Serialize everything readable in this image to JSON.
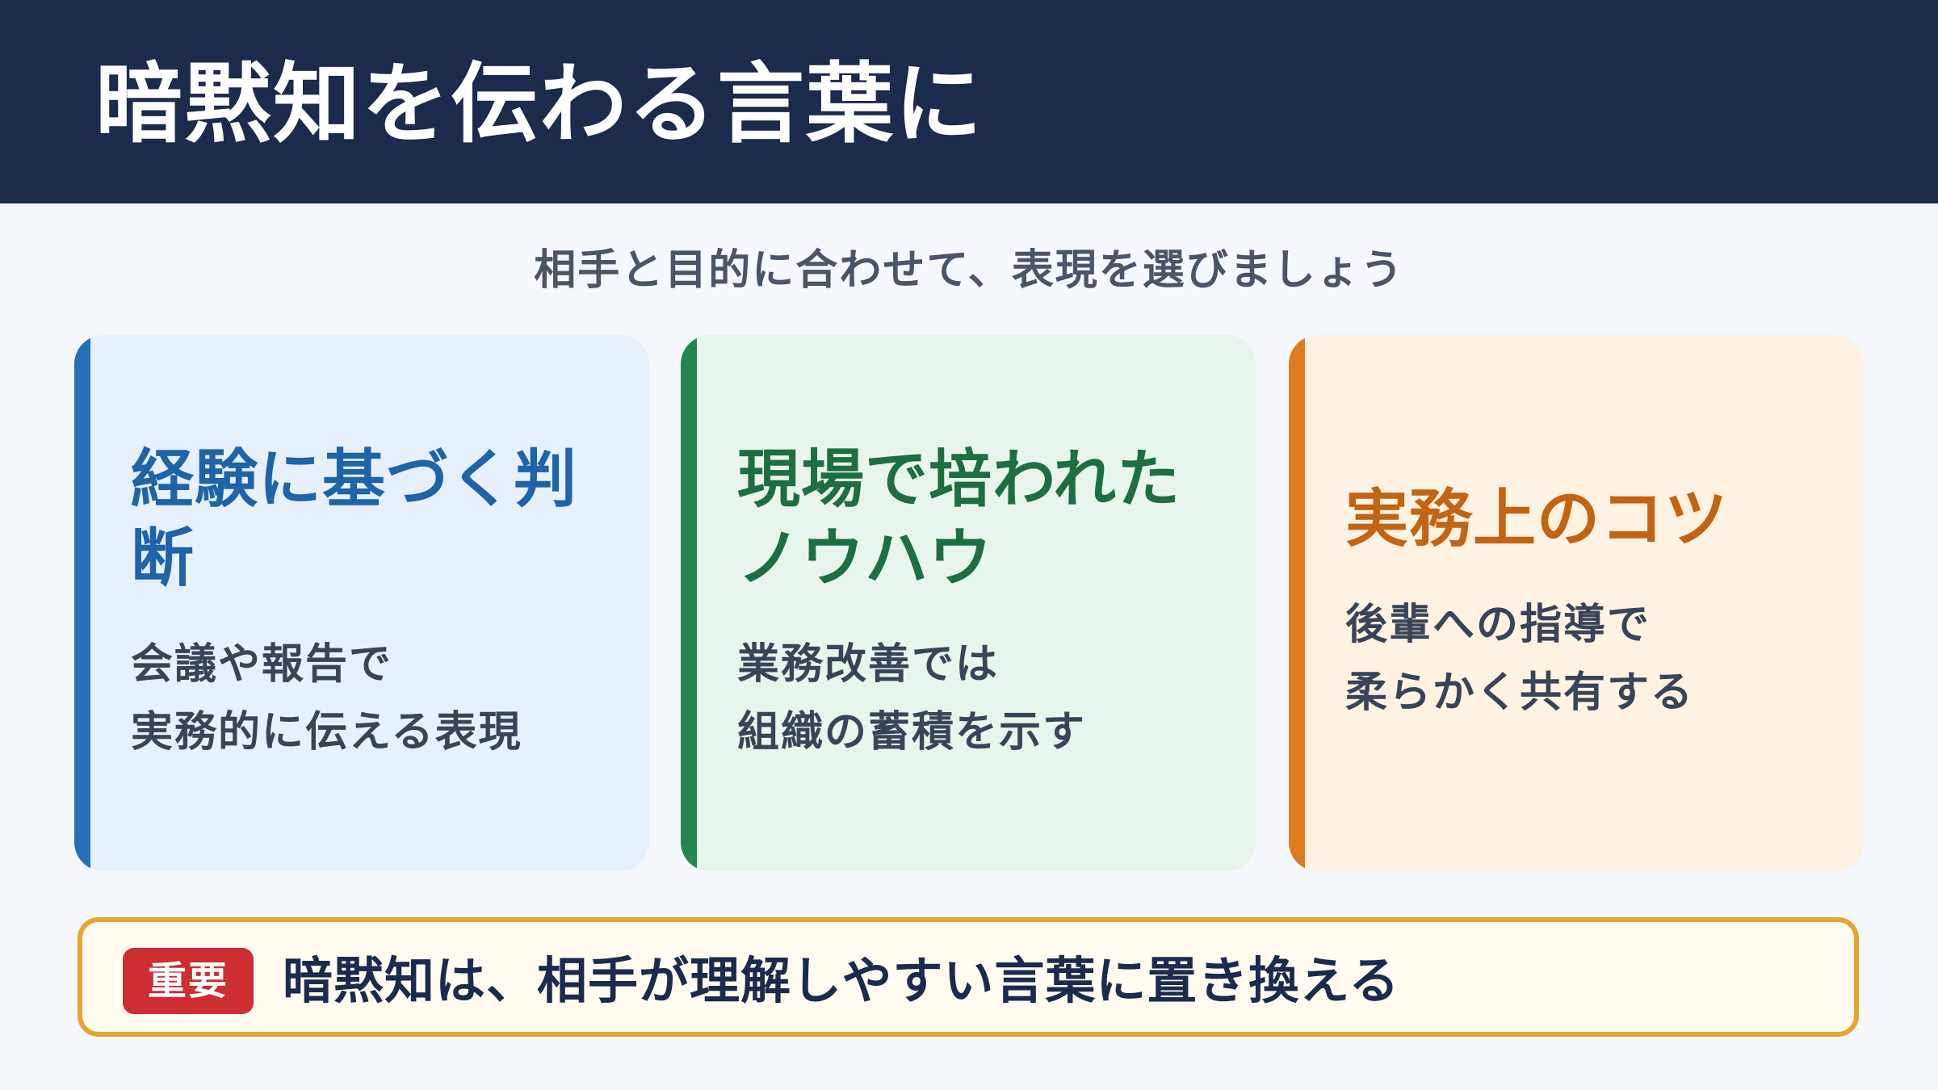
{
  "header": {
    "title": "暗黙知を伝わる言葉に"
  },
  "subtitle": "相手と目的に合わせて、表現を選びましょう",
  "cards": [
    {
      "title_lines": [
        "経験に基づく判",
        "断"
      ],
      "body_lines": [
        "会議や報告で",
        "実務的に伝える表現"
      ],
      "accent_color": "#2670b5"
    },
    {
      "title_lines": [
        "現場で培われた",
        "ノウハウ"
      ],
      "body_lines": [
        "業務改善では",
        "組織の蓄積を示す"
      ],
      "accent_color": "#258550"
    },
    {
      "title_lines": [
        "実務上のコツ"
      ],
      "body_lines": [
        "後輩への指導で",
        "柔らかく共有する"
      ],
      "accent_color": "#de7b1f"
    }
  ],
  "note": {
    "badge": "重要",
    "text": "暗黙知は、相手が理解しやすい言葉に置き換える"
  }
}
